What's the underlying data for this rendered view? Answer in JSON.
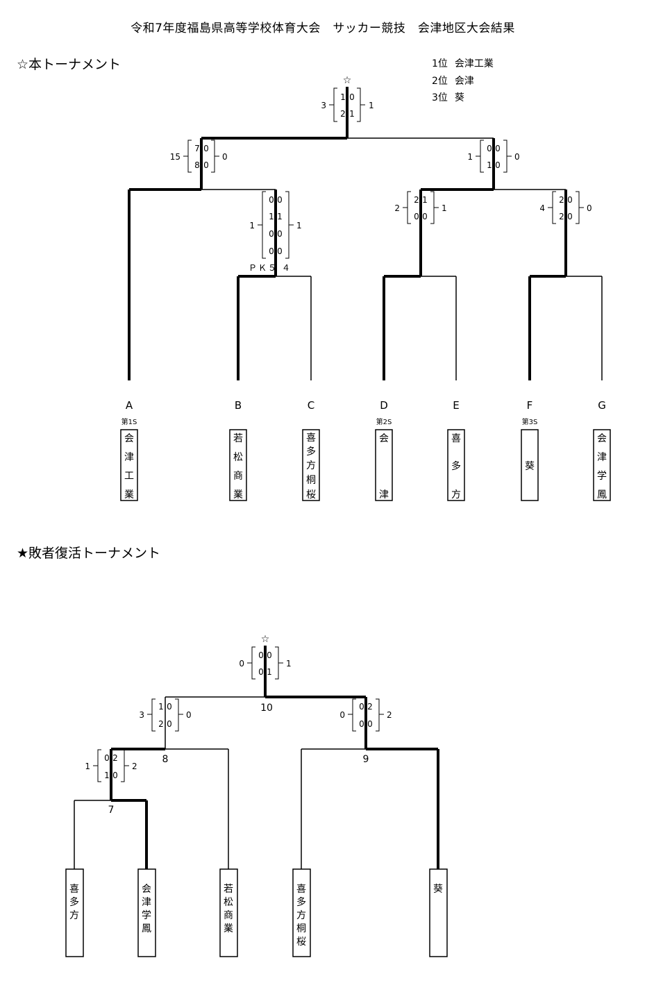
{
  "title": "令和7年度福島県高等学校体育大会　サッカー競技　会津地区大会結果",
  "main_section": "☆本トーナメント",
  "losers_section": "★敗者復活トーナメント",
  "results": [
    {
      "rank": "1位",
      "team": "会津工業"
    },
    {
      "rank": "2位",
      "team": "会津"
    },
    {
      "rank": "3位",
      "team": "葵"
    }
  ],
  "main": {
    "winner_mark": "☆",
    "letters": [
      "A",
      "B",
      "C",
      "D",
      "E",
      "F",
      "G"
    ],
    "seeds": {
      "A": "第1S",
      "D": "第2S",
      "F": "第3S"
    },
    "teams": [
      [
        "会",
        "津",
        "工",
        "業"
      ],
      [
        "若",
        "松",
        "商",
        "業"
      ],
      [
        "喜",
        "多",
        "方",
        "桐",
        "桜"
      ],
      [
        "会",
        "津"
      ],
      [
        "喜",
        "多",
        "方"
      ],
      [
        "葵"
      ],
      [
        "会",
        "津",
        "学",
        "鳳"
      ]
    ],
    "matches": {
      "final": {
        "left_total": "3",
        "right_total": "1",
        "halves": [
          [
            "1",
            "0"
          ],
          [
            "2",
            "1"
          ]
        ]
      },
      "semi1": {
        "left_total": "15",
        "right_total": "0",
        "halves": [
          [
            "7",
            "0"
          ],
          [
            "8",
            "0"
          ]
        ]
      },
      "semi2": {
        "left_total": "1",
        "right_total": "0",
        "halves": [
          [
            "0",
            "0"
          ],
          [
            "1",
            "0"
          ]
        ]
      },
      "bc": {
        "left_total": "1",
        "right_total": "1",
        "halves": [
          [
            "0",
            "0"
          ],
          [
            "1",
            "1"
          ],
          [
            "0",
            "0"
          ],
          [
            "0",
            "0"
          ]
        ],
        "pk": "ＰＫ５ ４"
      },
      "de": {
        "left_total": "2",
        "right_total": "1",
        "halves": [
          [
            "2",
            "1"
          ],
          [
            "0",
            "0"
          ]
        ]
      },
      "fg": {
        "left_total": "4",
        "right_total": "0",
        "halves": [
          [
            "2",
            "0"
          ],
          [
            "2",
            "0"
          ]
        ]
      }
    }
  },
  "losers": {
    "winner_mark": "☆",
    "teams": [
      [
        "喜",
        "多",
        "方"
      ],
      [
        "会",
        "津",
        "学",
        "鳳"
      ],
      [
        "若",
        "松",
        "商",
        "業"
      ],
      [
        "喜",
        "多",
        "方",
        "桐",
        "桜"
      ],
      [
        "葵"
      ]
    ],
    "match_numbers": {
      "m7": "7",
      "m8": "8",
      "m9": "9",
      "m10": "10"
    },
    "matches": {
      "m10": {
        "left_total": "0",
        "right_total": "1",
        "halves": [
          [
            "0",
            "0"
          ],
          [
            "0",
            "1"
          ]
        ]
      },
      "m8": {
        "left_total": "3",
        "right_total": "0",
        "halves": [
          [
            "1",
            "0"
          ],
          [
            "2",
            "0"
          ]
        ]
      },
      "m9": {
        "left_total": "0",
        "right_total": "2",
        "halves": [
          [
            "0",
            "2"
          ],
          [
            "0",
            "0"
          ]
        ]
      },
      "m7": {
        "left_total": "1",
        "right_total": "2",
        "halves": [
          [
            "0",
            "2"
          ],
          [
            "1",
            "0"
          ]
        ]
      }
    }
  }
}
